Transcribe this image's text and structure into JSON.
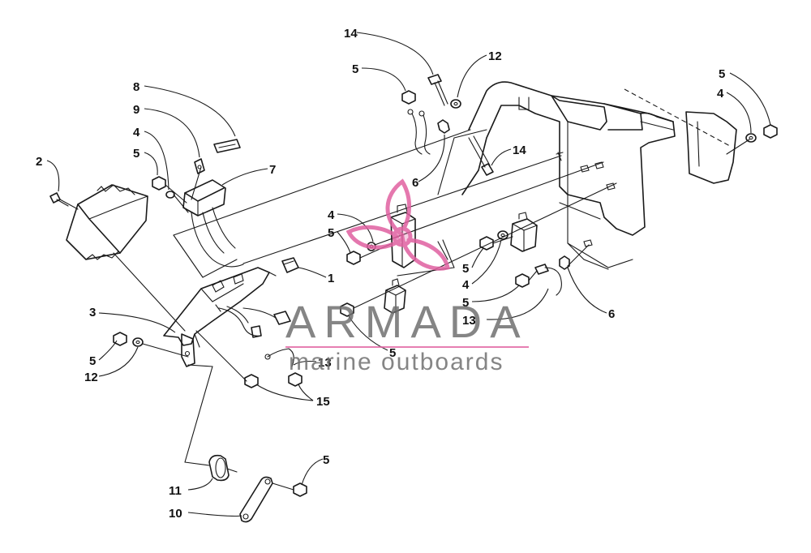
{
  "watermark": {
    "brand": "ARMADA",
    "tagline": "marine outboards",
    "accent_color": "#e060a0",
    "text_color": "#707070"
  },
  "callouts": [
    {
      "id": "c-2",
      "label": "2"
    },
    {
      "id": "c-8",
      "label": "8"
    },
    {
      "id": "c-9",
      "label": "9"
    },
    {
      "id": "c-4a",
      "label": "4"
    },
    {
      "id": "c-5a",
      "label": "5"
    },
    {
      "id": "c-7",
      "label": "7"
    },
    {
      "id": "c-14a",
      "label": "14"
    },
    {
      "id": "c-5b",
      "label": "5"
    },
    {
      "id": "c-12a",
      "label": "12"
    },
    {
      "id": "c-14b",
      "label": "14"
    },
    {
      "id": "c-6a",
      "label": "6"
    },
    {
      "id": "c-4b",
      "label": "4"
    },
    {
      "id": "c-5c",
      "label": "5"
    },
    {
      "id": "c-1",
      "label": "1"
    },
    {
      "id": "c-3",
      "label": "3"
    },
    {
      "id": "c-5d",
      "label": "5"
    },
    {
      "id": "c-12b",
      "label": "12"
    },
    {
      "id": "c-13a",
      "label": "13"
    },
    {
      "id": "c-15",
      "label": "15"
    },
    {
      "id": "c-5e",
      "label": "5"
    },
    {
      "id": "c-5f",
      "label": "5"
    },
    {
      "id": "c-4c",
      "label": "4"
    },
    {
      "id": "c-5g",
      "label": "5"
    },
    {
      "id": "c-13b",
      "label": "13"
    },
    {
      "id": "c-6b",
      "label": "6"
    },
    {
      "id": "c-5h",
      "label": "5"
    },
    {
      "id": "c-4d",
      "label": "4"
    },
    {
      "id": "c-11",
      "label": "11"
    },
    {
      "id": "c-10",
      "label": "10"
    },
    {
      "id": "c-5i",
      "label": "5"
    }
  ]
}
